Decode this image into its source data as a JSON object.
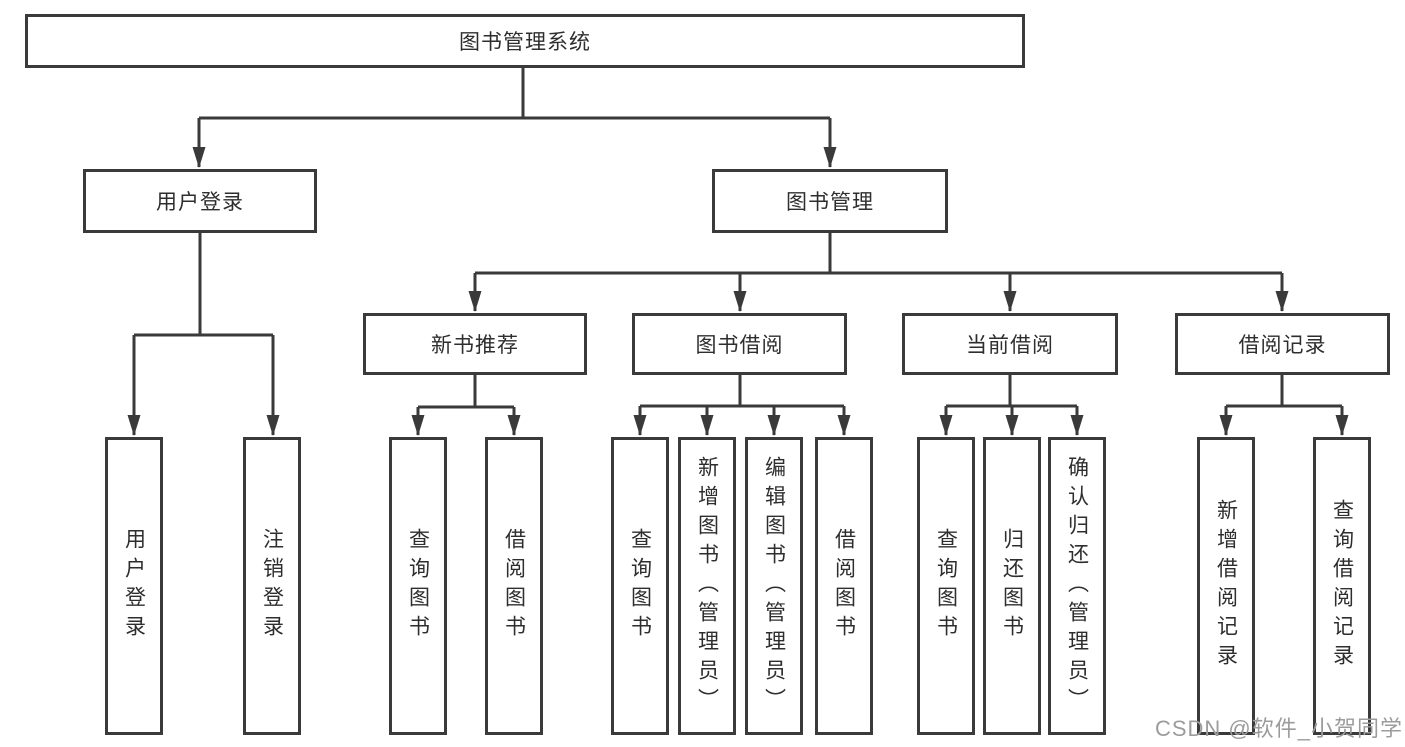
{
  "tree": {
    "root_label": "图书管理系统",
    "children": [
      {
        "label": "用户登录",
        "children": [
          {
            "label": "用户登录"
          },
          {
            "label": "注销登录"
          }
        ]
      },
      {
        "label": "图书管理",
        "children": [
          {
            "label": "新书推荐",
            "children": [
              {
                "label": "查询图书"
              },
              {
                "label": "借阅图书"
              }
            ]
          },
          {
            "label": "图书借阅",
            "children": [
              {
                "label": "查询图书"
              },
              {
                "label": "新增图书（管理员）"
              },
              {
                "label": "编辑图书（管理员）"
              },
              {
                "label": "借阅图书"
              }
            ]
          },
          {
            "label": "当前借阅",
            "children": [
              {
                "label": "查询图书"
              },
              {
                "label": "归还图书"
              },
              {
                "label": "确认归还（管理员）"
              }
            ]
          },
          {
            "label": "借阅记录",
            "children": [
              {
                "label": "新增借阅记录"
              },
              {
                "label": "查询借阅记录"
              }
            ]
          }
        ]
      }
    ]
  },
  "watermark": {
    "text": "CSDN @软件_小贺同学"
  },
  "colors": {
    "line": "#3a3a3a",
    "border": "#3a3a3a",
    "text": "#2e2e2e",
    "watermark": "#9c9c9c",
    "background": "#ffffff"
  }
}
